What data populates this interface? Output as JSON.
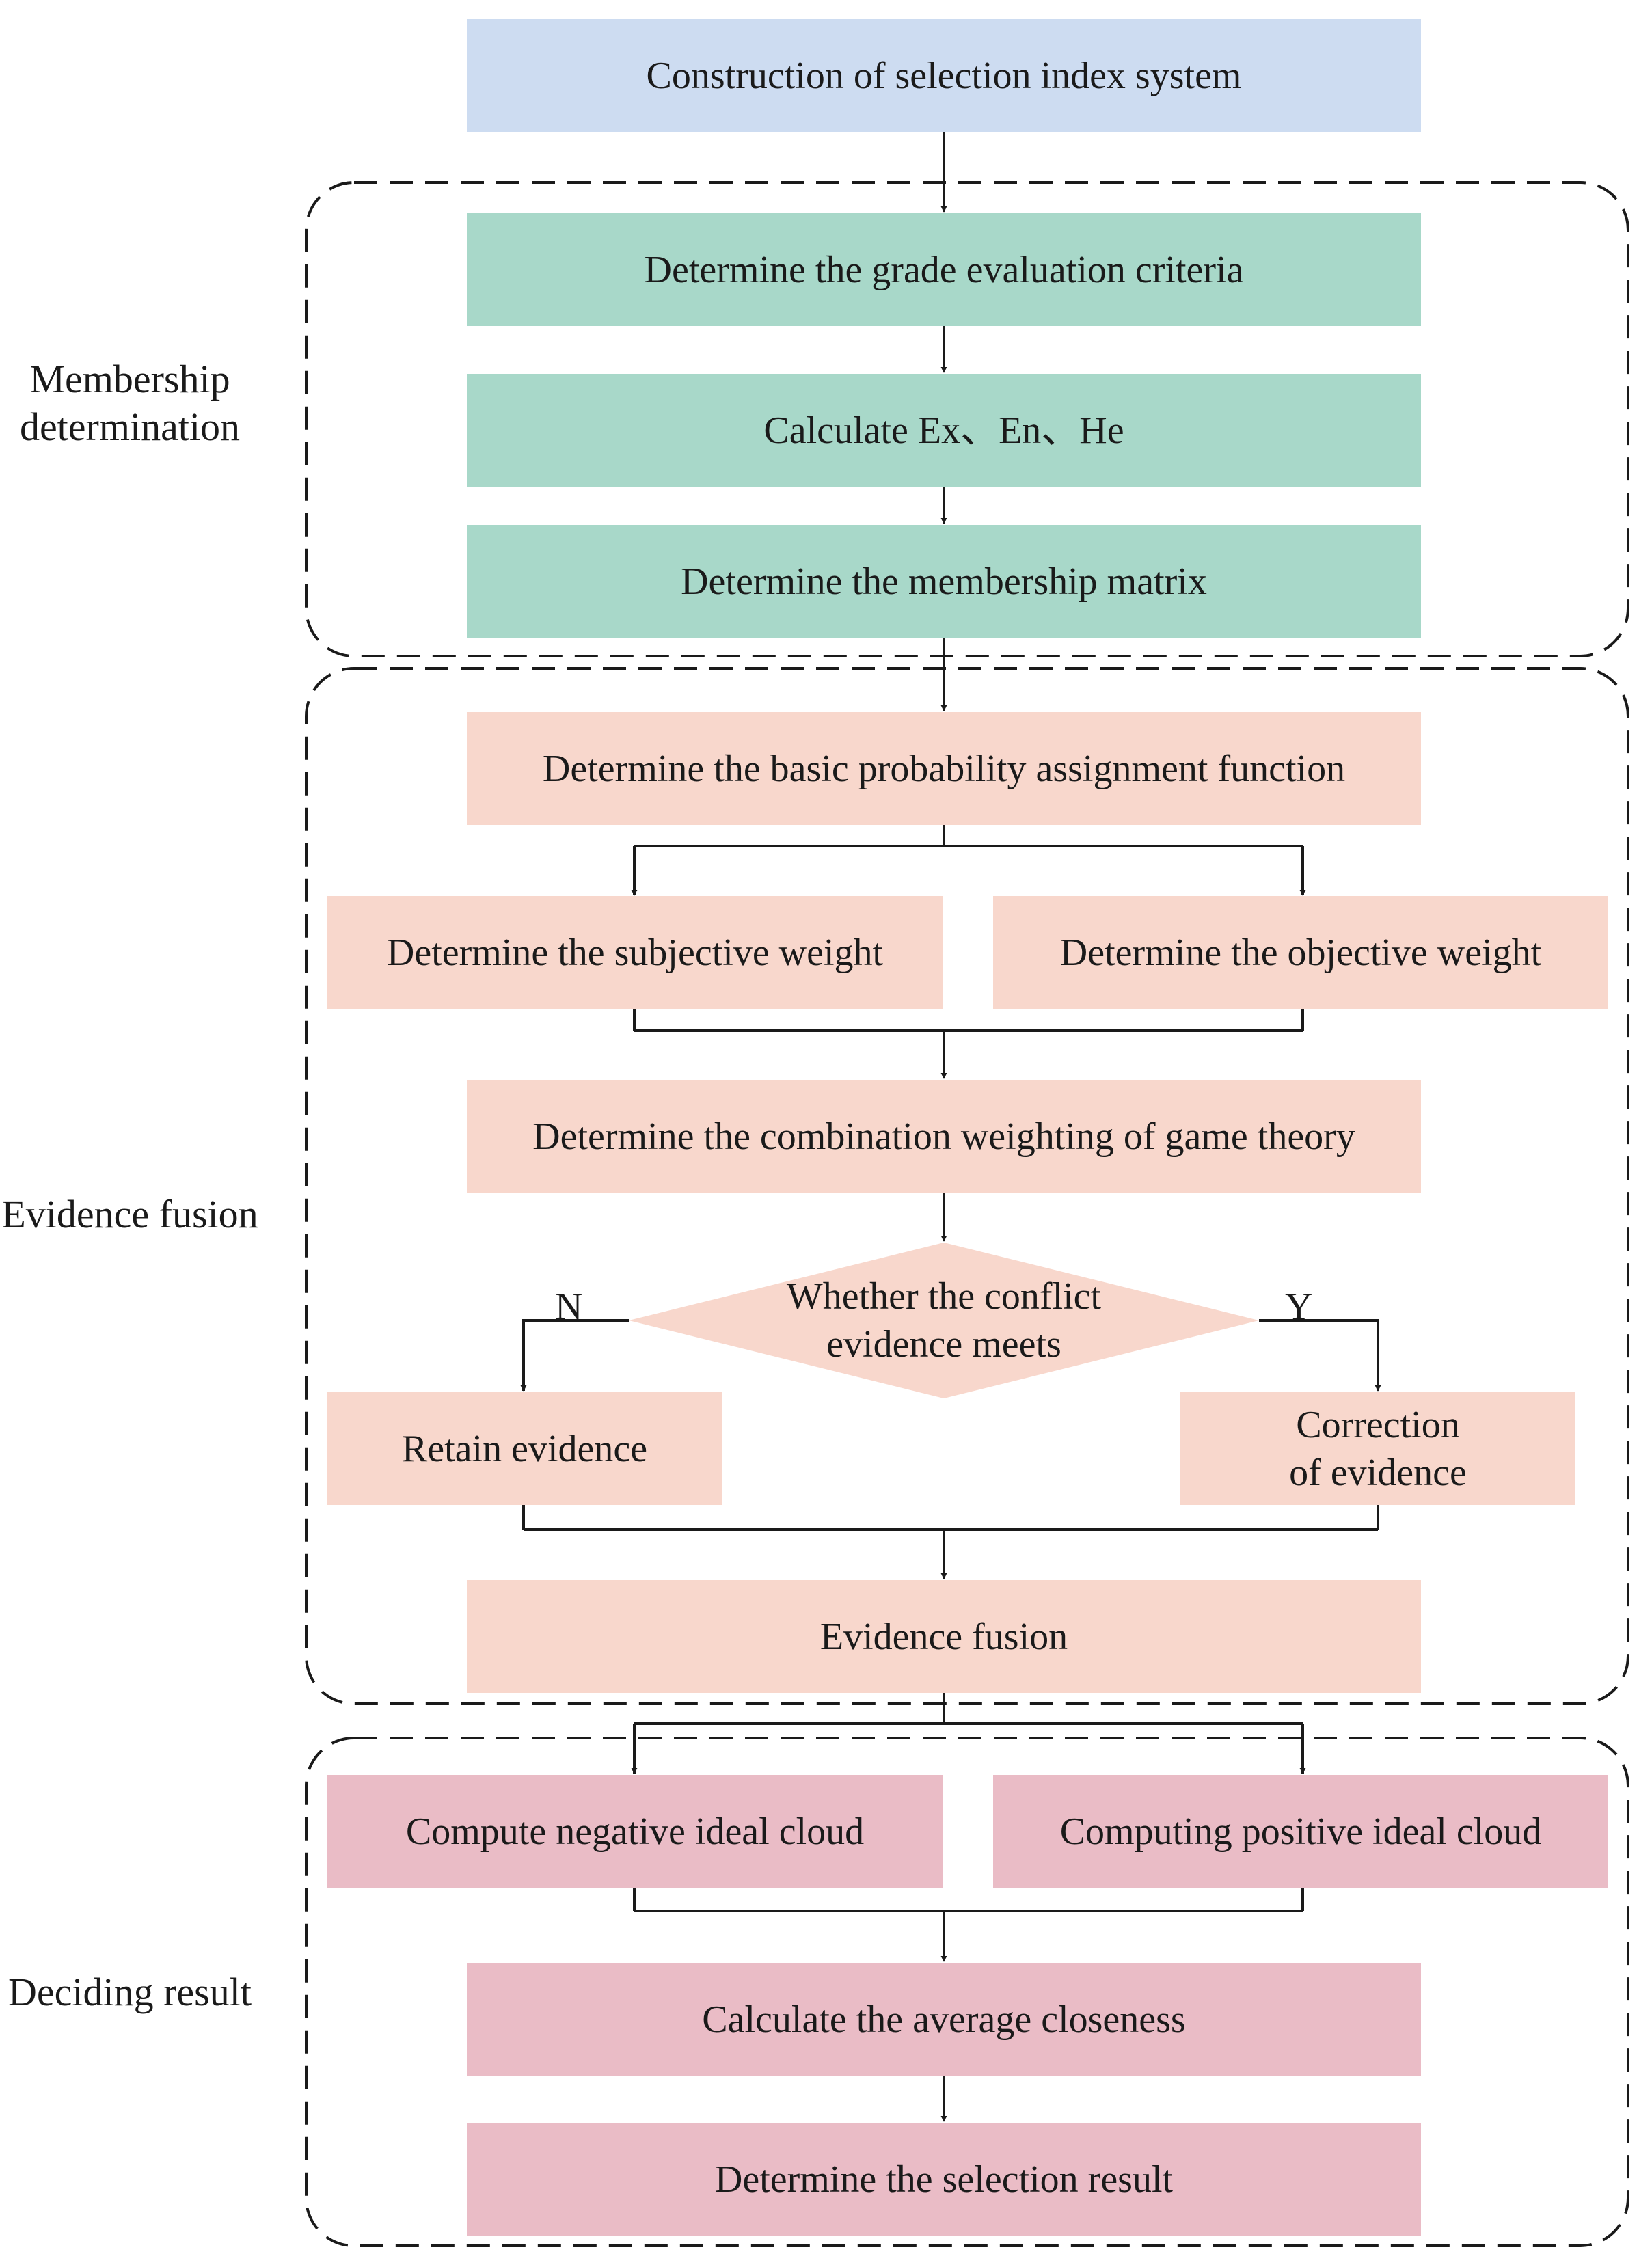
{
  "diagram": {
    "colors": {
      "top": "#cddcf1",
      "membership": "#a8d8c9",
      "evidence": "#f8d7cc",
      "decision": "#eabcc6",
      "lines": "#1a1a1a"
    },
    "sections": {
      "membership": {
        "label": "Membership determination"
      },
      "evidence": {
        "label": "Evidence fusion"
      },
      "decision": {
        "label": "Deciding result"
      }
    },
    "nodes": {
      "construction": "Construction of selection index system",
      "grade_criteria": "Determine the grade evaluation criteria",
      "calc_params": "Calculate Ex、En、He",
      "membership_matrix": "Determine the membership matrix",
      "bpa": "Determine the basic probability assignment function",
      "subjective_weight": "Determine the subjective weight",
      "objective_weight": "Determine the objective weight",
      "combination_weighting": "Determine the combination weighting of game theory",
      "conflict_decision": "Whether the conflict evidence meets",
      "retain_evidence": "Retain evidence",
      "correction_evidence": "Correction of evidence",
      "evidence_fusion": "Evidence fusion",
      "negative_cloud": "Compute negative ideal cloud",
      "positive_cloud": "Computing positive ideal cloud",
      "average_closeness": "Calculate the average closeness",
      "selection_result": "Determine the selection result"
    },
    "branches": {
      "no": "N",
      "yes": "Y"
    }
  }
}
